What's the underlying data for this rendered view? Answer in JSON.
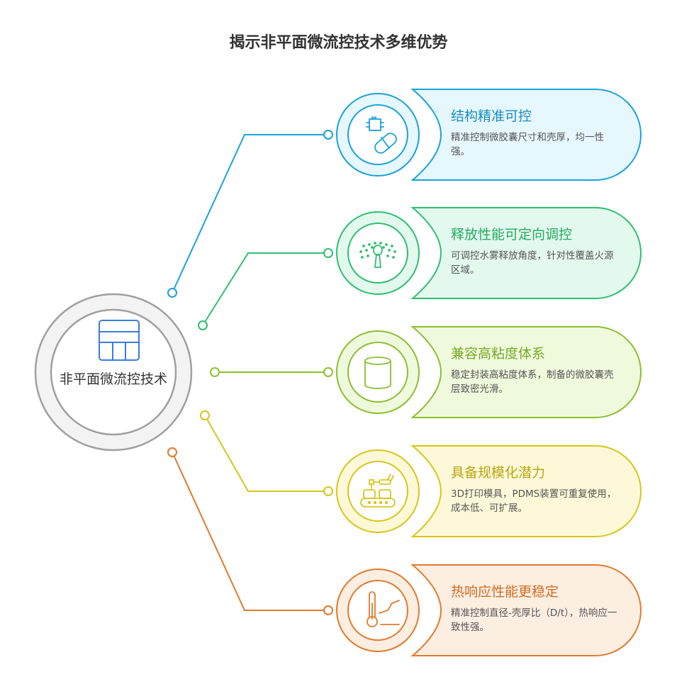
{
  "title": "揭示非平面微流控技术多维优势",
  "center": {
    "label": "非平面微流控技术",
    "icon": "table-layout-icon",
    "stroke": "#a0a0a0",
    "fill": "#f3f3f3",
    "icon_color": "#3b7be0"
  },
  "items": [
    {
      "title": "结构精准可控",
      "desc": "精准控制微胶囊尺寸和壳厚，均一性强。",
      "icon": "chip-capsule-icon",
      "stroke": "#1aa3d9",
      "fill": "#e6f7fd",
      "text": "#1a8cc0"
    },
    {
      "title": "释放性能可定向调控",
      "desc": "可调控水雾释放角度，针对性覆盖火源区域。",
      "icon": "sprinkler-icon",
      "stroke": "#2fbf71",
      "fill": "#e3f9ee",
      "text": "#27a862"
    },
    {
      "title": "兼容高粘度体系",
      "desc": "稳定封装高粘度体系，制备的微胶囊壳层致密光滑。",
      "icon": "cylinder-icon",
      "stroke": "#8cbf32",
      "fill": "#effadd",
      "text": "#78a82a"
    },
    {
      "title": "具备规模化潜力",
      "desc": "3D打印模具，PDMS装置可重复使用，成本低、可扩展。",
      "icon": "production-line-icon",
      "stroke": "#d9c51a",
      "fill": "#fdf9d8",
      "text": "#b8a514"
    },
    {
      "title": "热响应性能更稳定",
      "desc": "精准控制直径-壳厚比（D/t），热响应一致性强。",
      "icon": "thermometer-chart-icon",
      "stroke": "#e07b2a",
      "fill": "#fdeee2",
      "text": "#cf6d22"
    }
  ]
}
